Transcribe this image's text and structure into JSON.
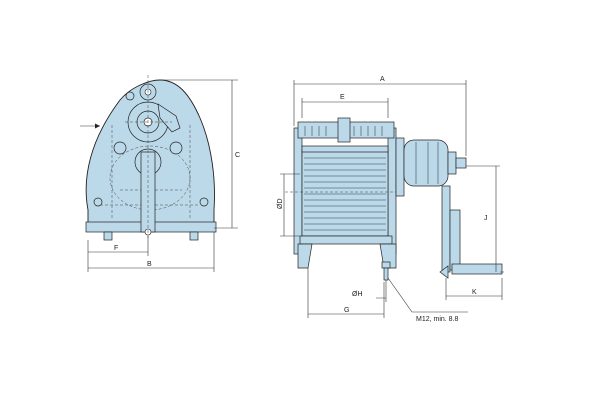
{
  "diagram": {
    "fill_color": "#bcd9ea",
    "line_color": "#222222",
    "front_view": {
      "labels": {
        "c": "C",
        "f": "F",
        "b": "B"
      }
    },
    "side_view": {
      "labels": {
        "a": "A",
        "e": "E",
        "od": "ØD",
        "j": "J",
        "oh": "ØH",
        "k": "K",
        "g": "G",
        "bolt": "M12, min. 8.8"
      }
    }
  }
}
